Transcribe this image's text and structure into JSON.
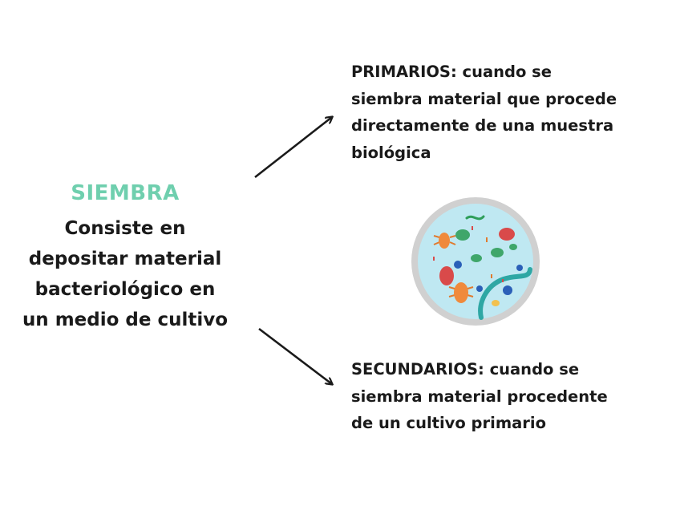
{
  "siembra": {
    "title": "SIEMBRA",
    "definition_lines": [
      "Consiste en",
      "depositar material",
      "bacteriológico en",
      "un medio de cultivo"
    ]
  },
  "primarios": {
    "lines": [
      "PRIMARIOS: cuando se",
      "siembra material que procede",
      "directamente de una muestra",
      "biológica"
    ]
  },
  "secundarios": {
    "lines": [
      "SECUNDARIOS: cuando se",
      "siembra material procedente",
      "de un cultivo primario"
    ]
  },
  "colors": {
    "title": "#6fcfae",
    "text": "#1a1a1a",
    "dish_rim": "#cfcfcf",
    "dish_fill": "#bfe8f2"
  },
  "icons": [
    "arrow-up-right-icon",
    "arrow-down-right-icon",
    "petri-dish-icon"
  ]
}
